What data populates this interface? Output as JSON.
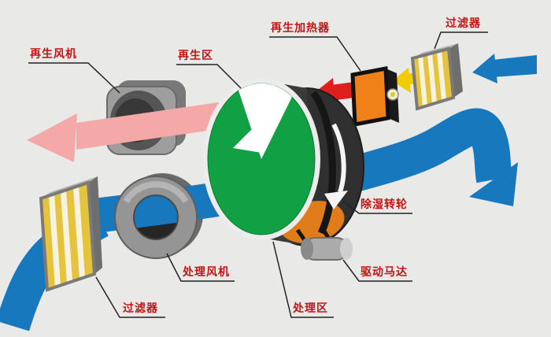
{
  "diagram": {
    "labels": {
      "regen_fan": "再生风机",
      "regen_zone": "再生区",
      "regen_heater": "再生加热器",
      "filter_top": "过滤器",
      "wheel": "除湿转轮",
      "drive_motor": "驱动马达",
      "process_fan": "处理风机",
      "process_zone": "处理区",
      "filter_bottom": "过滤器"
    },
    "colors": {
      "background": "#e9e9e7",
      "process_air": "#1878be",
      "regen_exhaust": "#f4a8a8",
      "hot_air": "#e01e1e",
      "heated_air": "#f0cc00",
      "wheel_face": "#12a045",
      "wheel_hot_sector": "#e07d1a",
      "heater_front": "#f08018",
      "filter_media": "#e6c33c",
      "label_text": "#c21414"
    }
  }
}
